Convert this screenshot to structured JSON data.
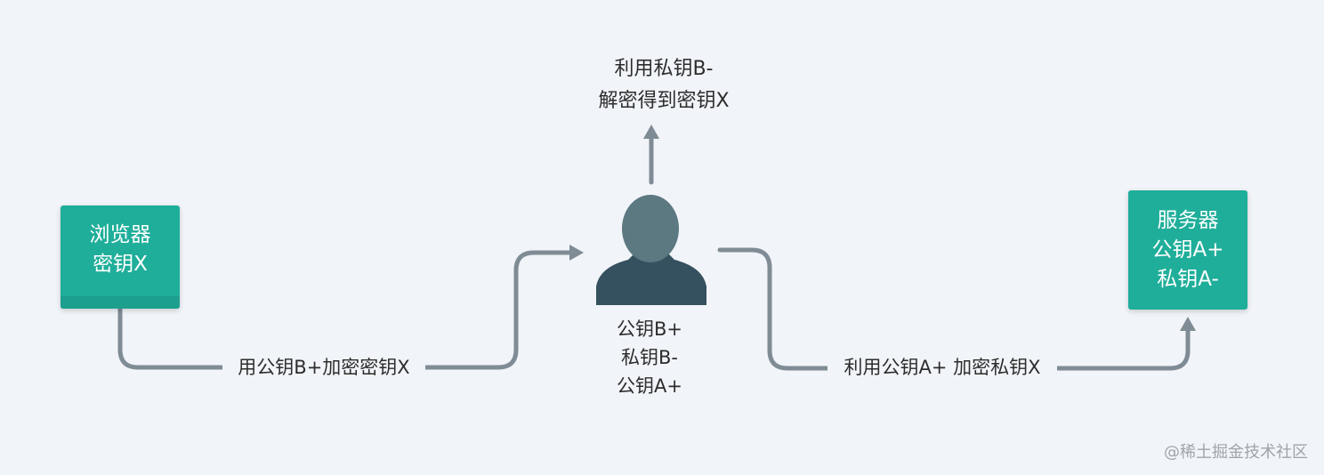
{
  "browser": {
    "line1": "浏览器",
    "line2": "密钥X"
  },
  "server": {
    "line1": "服务器",
    "line2": "公钥A+",
    "line3": "私钥A-"
  },
  "person": {
    "line1": "公钥B+",
    "line2": "私钥B-",
    "line3": "公钥A+"
  },
  "top_action": {
    "line1": "利用私钥B-",
    "line2": "解密得到密钥X"
  },
  "edges": {
    "left_label": "用公钥B+加密密钥X",
    "right_label": "利用公钥A+ 加密私钥X"
  },
  "watermark": "@稀土掘金技术社区",
  "colors": {
    "box": "#1fae9a",
    "connector": "#7f8b95",
    "person_head": "#5c7880",
    "person_body": "#35505e",
    "background": "#f1f4f8"
  }
}
